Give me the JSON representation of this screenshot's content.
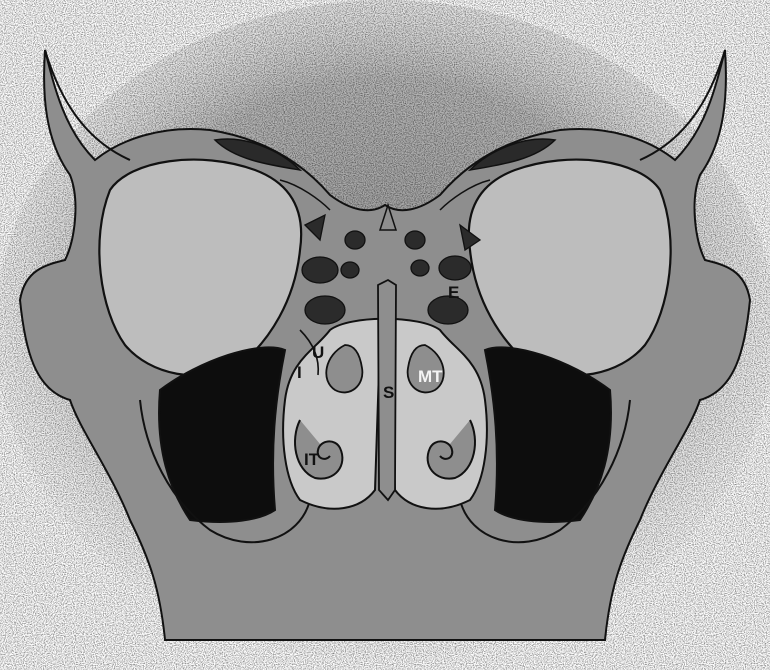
{
  "figure": {
    "labels": {
      "e": "E",
      "mt": "MT",
      "s": "S",
      "u": "U",
      "i": "I",
      "it": "IT"
    }
  },
  "colors": {
    "background": "#ffffff",
    "stipple_halo": "#cfcfcf",
    "bone": "#8e8e8e",
    "bone_light": "#a6a6a6",
    "cavity": "#c9c9c9",
    "sinus": "#0d0d0d",
    "outline": "#111111"
  }
}
